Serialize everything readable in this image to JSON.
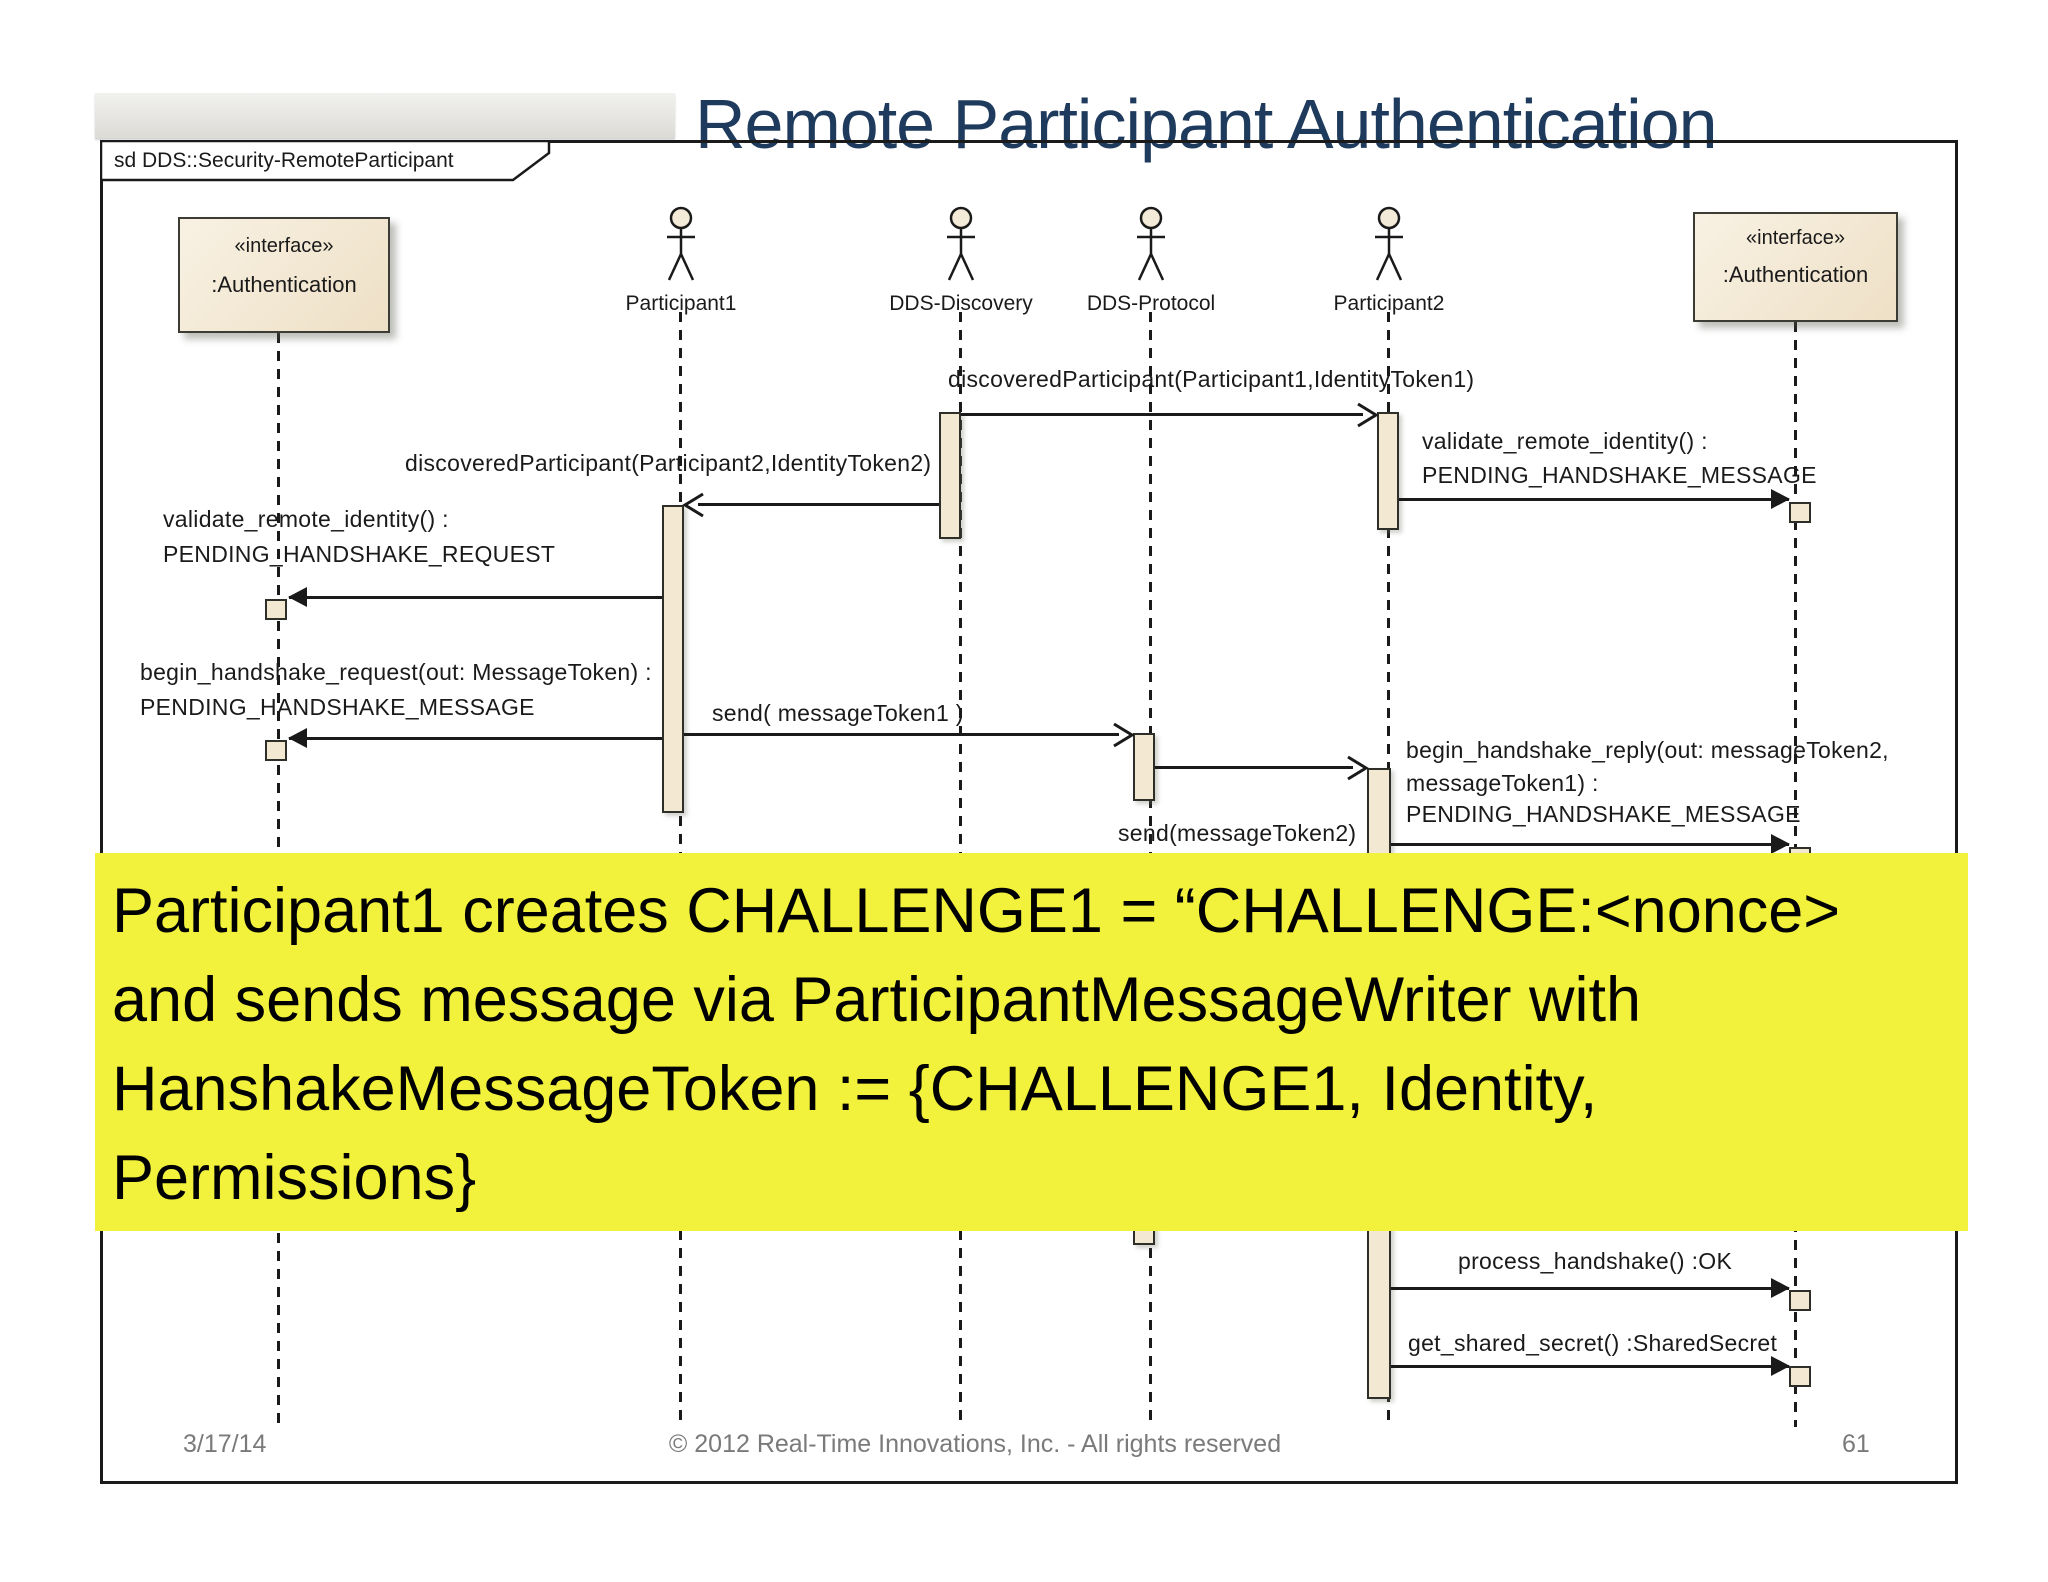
{
  "title": "Remote Participant Authentication",
  "frame": {
    "label": "sd DDS::Security-RemoteParticipant"
  },
  "lifelines": {
    "auth_left": {
      "type": "interface",
      "stereotype": "«interface»",
      "name": ":Authentication"
    },
    "participant1": {
      "type": "actor",
      "name": "Participant1"
    },
    "dds_discovery": {
      "type": "actor",
      "name": "DDS-Discovery"
    },
    "dds_protocol": {
      "type": "actor",
      "name": "DDS-Protocol"
    },
    "participant2": {
      "type": "actor",
      "name": "Participant2"
    },
    "auth_right": {
      "type": "interface",
      "stereotype": "«interface»",
      "name": ":Authentication"
    }
  },
  "messages": {
    "m1": {
      "lines": [
        "discoveredParticipant(Participant1,IdentityToken1)"
      ]
    },
    "m2": {
      "lines": [
        "validate_remote_identity() :",
        "PENDING_HANDSHAKE_MESSAGE"
      ]
    },
    "m3": {
      "lines": [
        "discoveredParticipant(Participant2,IdentityToken2)"
      ]
    },
    "m4": {
      "lines": [
        "validate_remote_identity() :",
        "PENDING_HANDSHAKE_REQUEST"
      ]
    },
    "m5": {
      "lines": [
        "begin_handshake_request(out: MessageToken) :",
        "PENDING_HANDSHAKE_MESSAGE"
      ]
    },
    "m6": {
      "lines": [
        "send( messageToken1 )"
      ]
    },
    "m7": {
      "lines": [
        "begin_handshake_reply(out: messageToken2,",
        "messageToken1) :",
        "PENDING_HANDSHAKE_MESSAGE"
      ]
    },
    "m8": {
      "lines": [
        "send(messageToken2)"
      ]
    },
    "m9": {
      "lines": [
        "process_handshake() :OK"
      ]
    },
    "m10": {
      "lines": [
        "get_shared_secret() :SharedSecret"
      ]
    }
  },
  "note": {
    "lines": [
      "Participant1 creates CHALLENGE1 = “CHALLENGE:<nonce>",
      "and sends message via ParticipantMessageWriter with",
      "HanshakeMessageToken := {CHALLENGE1, Identity,",
      "Permissions}"
    ],
    "bg_color": "#f2f13c"
  },
  "footer": {
    "date": "3/17/14",
    "copyright": "© 2012 Real-Time Innovations, Inc.  -  All rights reserved",
    "page": "61"
  },
  "colors": {
    "title": "#1e3a5c",
    "diagram_line": "#1a1a1a",
    "activation_fill": "#f3e9d3",
    "interface_fill": "#f5ecd9",
    "footer_text": "#7a7a7a"
  }
}
